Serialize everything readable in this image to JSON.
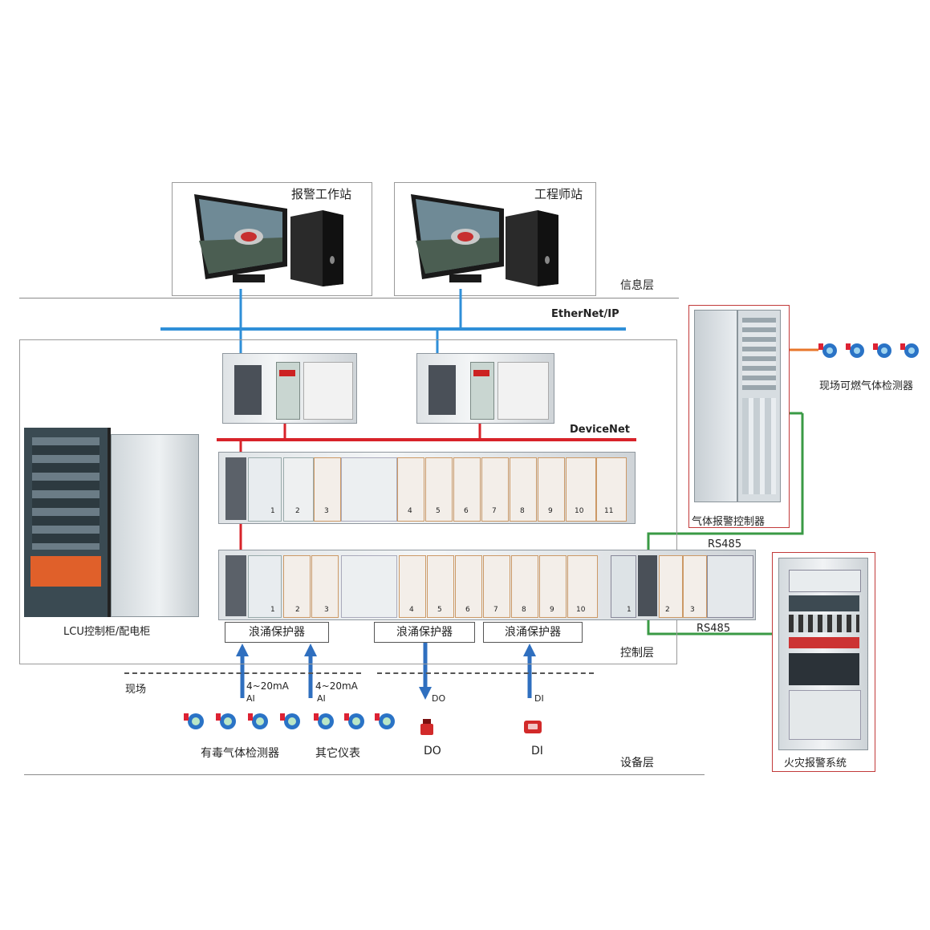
{
  "workstations": {
    "alarm": "报警工作站",
    "engineer": "工程师站"
  },
  "layers": {
    "info": "信息层",
    "control": "控制层",
    "device": "设备层"
  },
  "networks": {
    "ethernet": "EtherNet/IP",
    "devicenet": "DeviceNet"
  },
  "protocols": {
    "rs485_top": "RS485",
    "rs485_bottom": "RS485"
  },
  "cabinets": {
    "lcu": "LCU控制柜/配电柜",
    "gas_controller": "气体报警控制器",
    "fire_system": "火灾报警系统"
  },
  "field": {
    "site": "现场",
    "combustible_detectors": "现场可燃气体检测器",
    "toxic_detectors": "有毒气体检测器",
    "other_instruments": "其它仪表",
    "do_label": "DO",
    "di_label": "DI"
  },
  "surge": {
    "p1": "浪涌保护器",
    "p2": "浪涌保护器",
    "p3": "浪涌保护器"
  },
  "signals": {
    "ai1_current": "4~20mA",
    "ai1_type": "AI",
    "ai2_current": "4~20mA",
    "ai2_type": "AI",
    "do_type": "DO",
    "di_type": "DI"
  },
  "rack_slots": {
    "upper": [
      "1",
      "2",
      "3",
      "4",
      "5",
      "6",
      "7",
      "8",
      "9",
      "10",
      "11"
    ],
    "lower": [
      "1",
      "2",
      "3",
      "4",
      "5",
      "6",
      "7",
      "8",
      "9",
      "10",
      "1",
      "2",
      "3"
    ]
  },
  "colors": {
    "ethernet": "#2f8fd8",
    "devicenet": "#d8232a",
    "rs485": "#3a9a45",
    "orange_link": "#e8762b",
    "arrow": "#2f6fbf"
  },
  "icons": {
    "monitor": "monitor-icon",
    "tower": "pc-tower-icon",
    "gas_detector": "gas-detector-icon",
    "do_device": "relay-icon",
    "di_device": "switch-icon"
  }
}
